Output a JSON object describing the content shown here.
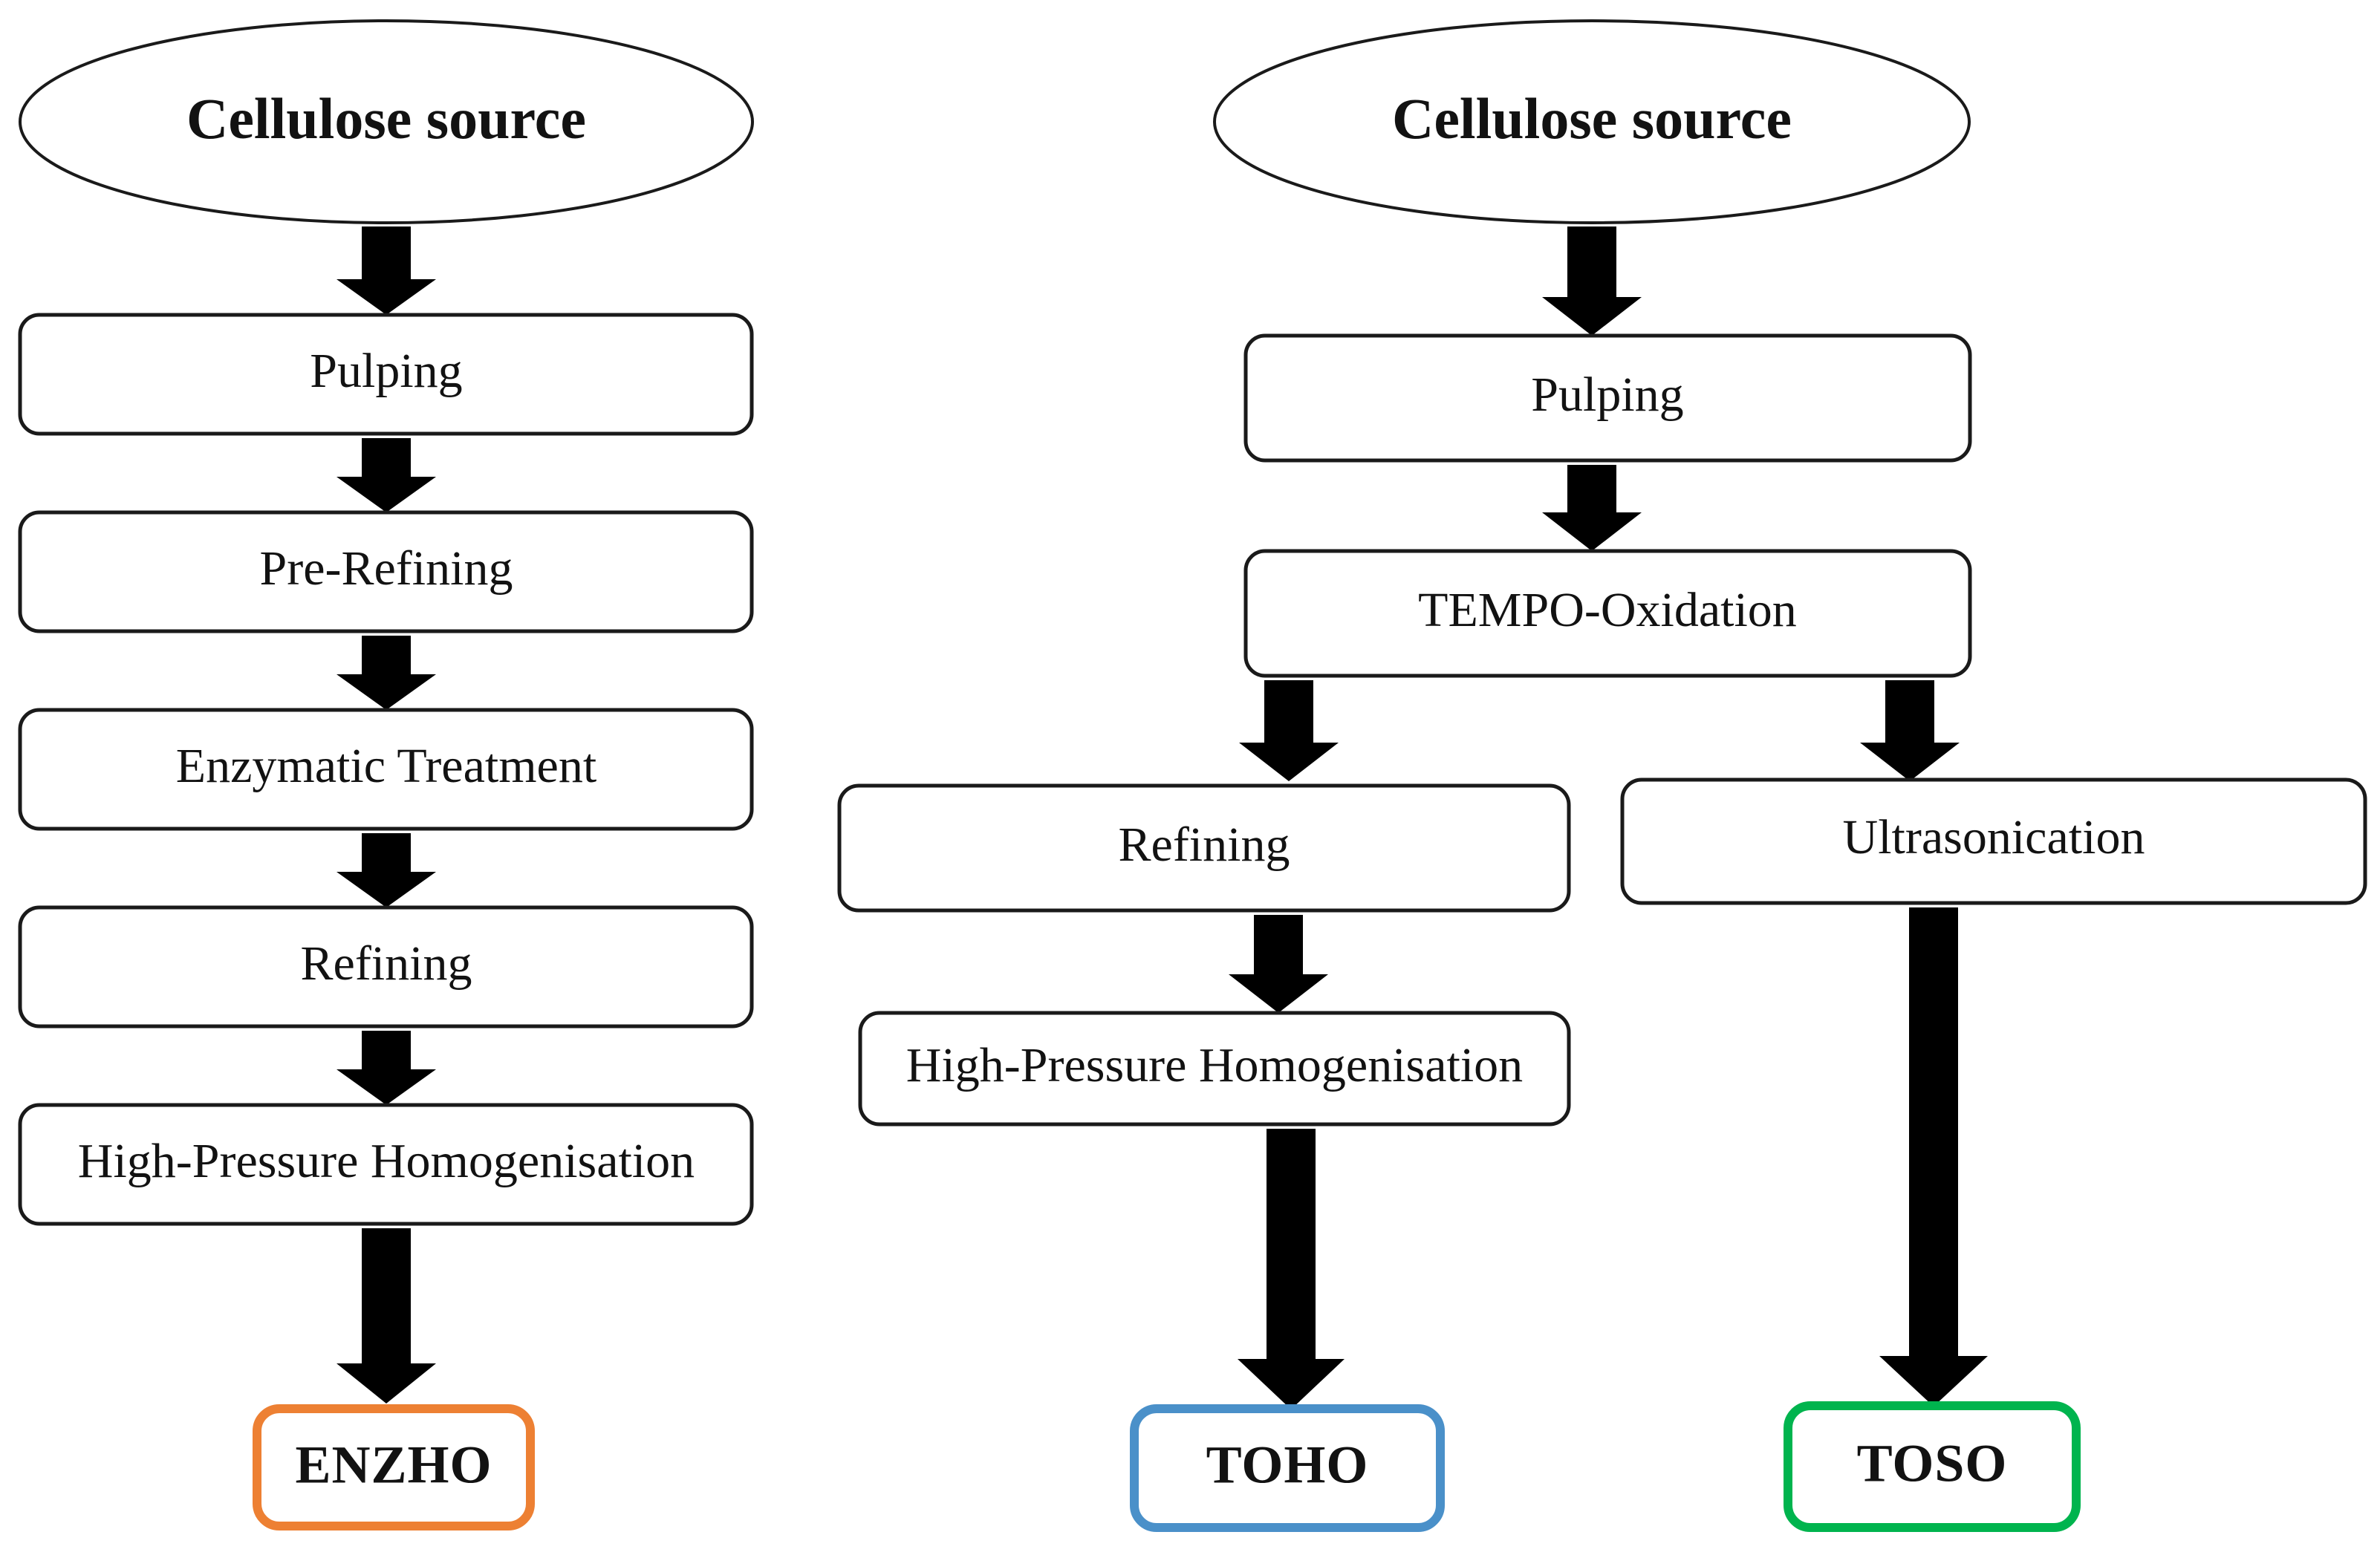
{
  "diagram": {
    "title": "Cellulose nanofibril production routes flowchart",
    "background_color": "#ffffff",
    "outline_color": "#1a1a1a",
    "arrow_color": "#000000"
  },
  "routes": [
    {
      "id": "enzho",
      "source_label": "Cellulose source",
      "steps": [
        "Pulping",
        "Pre-Refining",
        "Enzymatic Treatment",
        "Refining",
        "High-Pressure  Homogenisation"
      ],
      "result_label": "ENZHO",
      "result_border_color": "#ED8033",
      "result_text_color": "#E8812E"
    },
    {
      "id": "toho",
      "source_label": "Cellulose source",
      "steps": [
        "Pulping",
        "TEMPO-Oxidation",
        "Refining",
        "High-Pressure  Homogenisation"
      ],
      "result_label": "TOHO",
      "result_border_color": "#4A90C9",
      "result_text_color": "#2E5C9A"
    },
    {
      "id": "toso",
      "source_label": "Cellulose source",
      "steps": [
        "Pulping",
        "TEMPO-Oxidation",
        "Ultrasonication"
      ],
      "result_label": "TOSO",
      "result_border_color": "#00B44E",
      "result_text_color": "#1A6B2A"
    }
  ],
  "nodes": {
    "left_source": "Cellulose source",
    "left_pulping": "Pulping",
    "left_pre_refining": "Pre-Refining",
    "left_enzymatic": "Enzymatic Treatment",
    "left_refining": "Refining",
    "left_hph": "High-Pressure  Homogenisation",
    "left_result": "ENZHO",
    "right_source": "Cellulose source",
    "right_pulping": "Pulping",
    "right_tempo": "TEMPO-Oxidation",
    "mid_refining": "Refining",
    "mid_hph": "High-Pressure  Homogenisation",
    "mid_result": "TOHO",
    "far_ultrasonication": "Ultrasonication",
    "far_result": "TOSO"
  },
  "colors": {
    "enzho_border": "#ED8033",
    "enzho_text": "#E8812E",
    "toho_border": "#4A90C9",
    "toho_text": "#2E5C9A",
    "toso_border": "#00B44E",
    "toso_text": "#1A6B2A",
    "node_stroke": "#1a1a1a",
    "arrow_fill": "#000000"
  }
}
